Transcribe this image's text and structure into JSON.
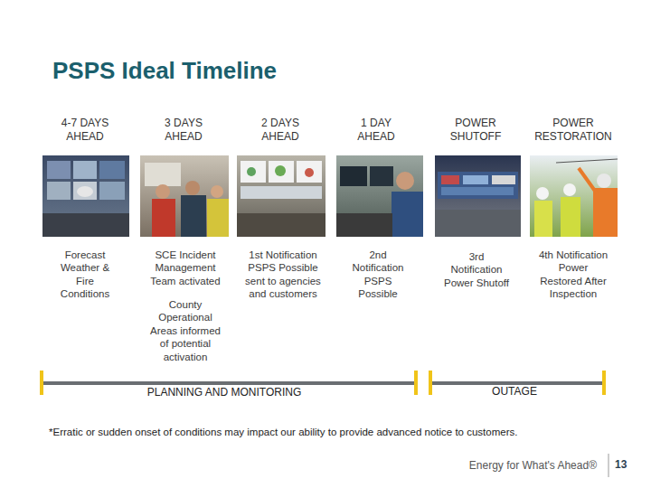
{
  "diagram": {
    "title": "PSPS Ideal Timeline",
    "labels": [
      "4-7 DAYS AHEAD",
      "3 DAYS AHEAD",
      "2 DAYS AHEAD",
      "1 DAY AHEAD",
      "POWER SHUTOFF",
      "POWER RESTORATION",
      "Forecast Weather & Fire Conditions",
      "SCE Incident Management Team activated",
      "County Operational Areas informed of potential activation",
      "1st Notification PSPS Possible sent to agencies and customers",
      "2nd Notification PSPS Possible",
      "3rd Notification Power Shutoff",
      "4th Notification Power Restored After Inspection",
      "PLANNING AND MONITORING",
      "OUTAGE",
      "*Erratic or sudden onset of conditions may impact our ability to provide advanced notice to customers.",
      "Energy for What's Ahead®",
      "13"
    ]
  }
}
